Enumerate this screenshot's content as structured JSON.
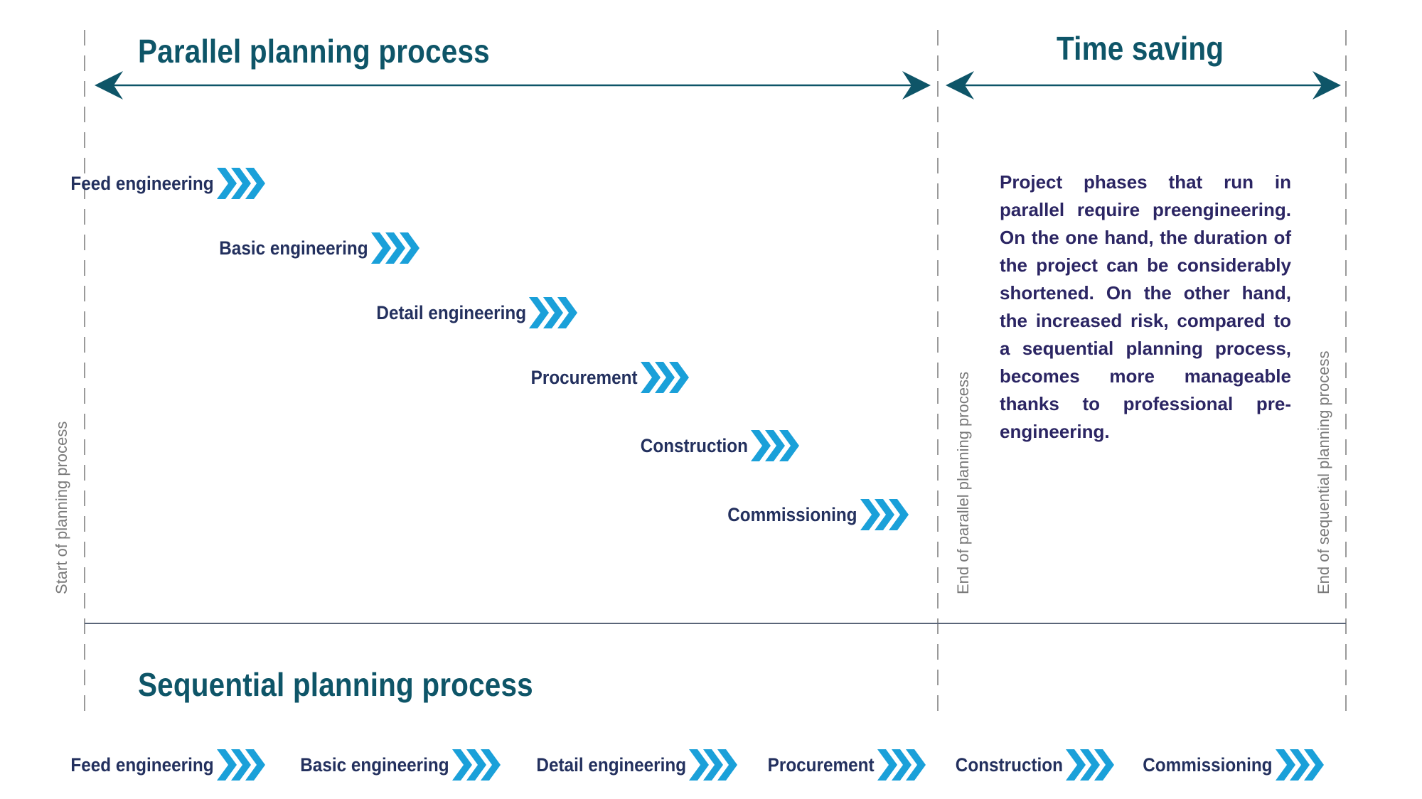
{
  "headings": {
    "parallel": "Parallel planning process",
    "time_saving": "Time saving",
    "sequential": "Sequential planning process"
  },
  "vertical_labels": {
    "start": "Start of planning process",
    "end_parallel": "End of parallel planning process",
    "end_sequential": "End of sequential planning process"
  },
  "info_text": "Project phases that run in parallel require preengineering. On the one hand, the duration of the project can be considerably shortened. On the other hand, the increased risk, compared to a sequential planning process, becomes more manageable thanks to professional pre-engineering.",
  "parallel_phases": [
    {
      "label": "Feed engineering"
    },
    {
      "label": "Basic engineering"
    },
    {
      "label": "Detail engineering"
    },
    {
      "label": "Procurement"
    },
    {
      "label": "Construction"
    },
    {
      "label": "Commissioning"
    }
  ],
  "sequential_phases": [
    {
      "label": "Feed engineering"
    },
    {
      "label": "Basic engineering"
    },
    {
      "label": "Detail engineering"
    },
    {
      "label": "Procurement"
    },
    {
      "label": "Construction"
    },
    {
      "label": "Commissioning"
    }
  ],
  "colors": {
    "heading": "#0e5568",
    "phase_text": "#23305e",
    "chevron": "#1aa0d9",
    "body_text": "#2b2563",
    "guide_line": "#9a9a9a"
  },
  "icons": {
    "chevron": "triple-chevron-right-icon",
    "arrow": "double-headed-arrow-icon"
  }
}
